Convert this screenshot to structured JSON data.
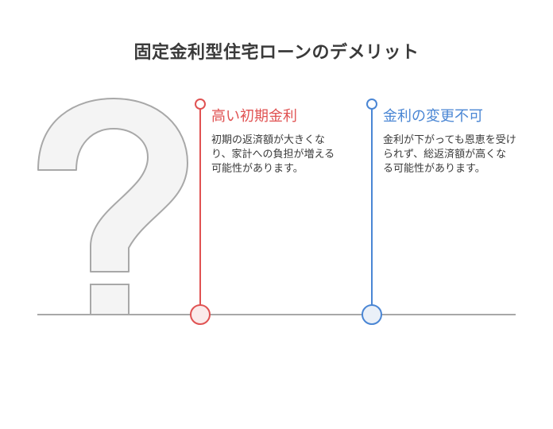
{
  "title": "固定金利型住宅ローンのデメリット",
  "items": [
    {
      "title": "高い初期金利",
      "description": "初期の返済額が大きくなり、家計への負担が増える可能性があります。",
      "color": "#e05252",
      "fill": "#fbeaea"
    },
    {
      "title": "金利の変更不可",
      "description": "金利が下がっても恩恵を受けられず、総返済額が高くなる可能性があります。",
      "color": "#4a86d4",
      "fill": "#eaf0f8"
    }
  ],
  "decoration": {
    "icon": "question-mark-icon",
    "icon_fill": "#f4f4f4",
    "icon_stroke": "#a8a8a8",
    "baseline_color": "#a8a8a8"
  }
}
